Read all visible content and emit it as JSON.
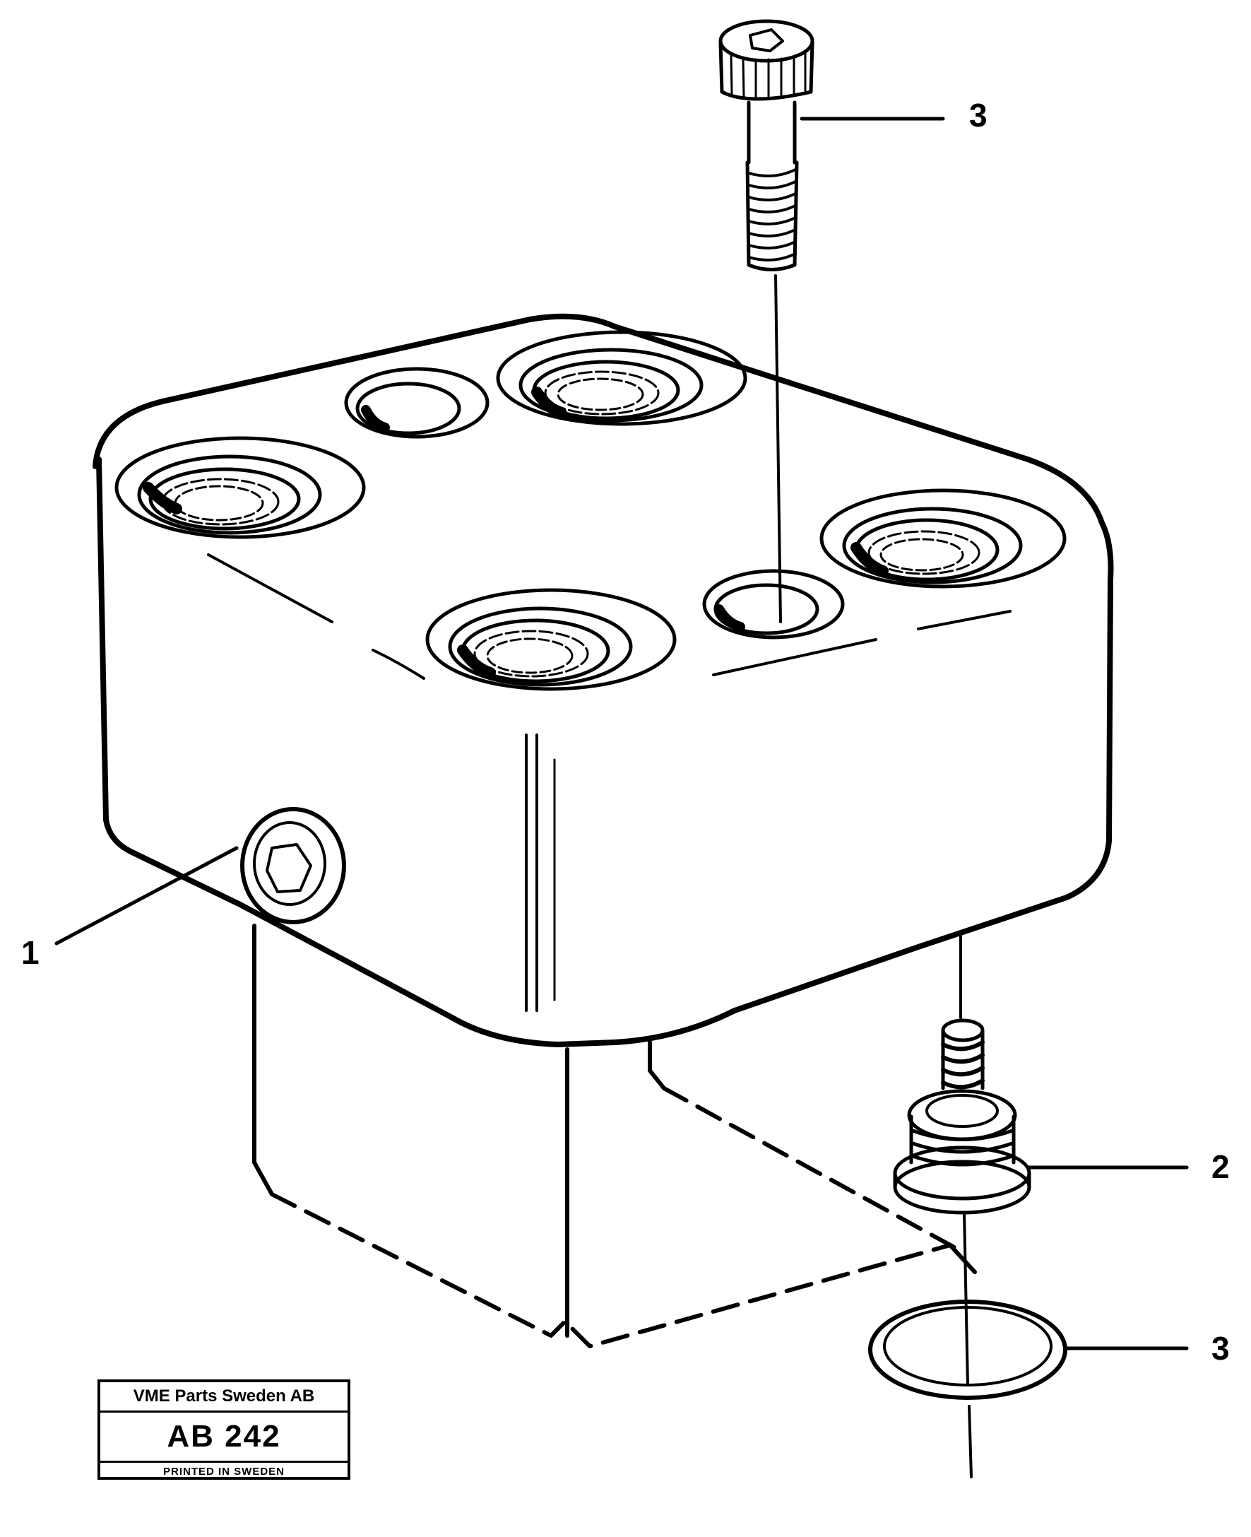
{
  "callouts": {
    "bolt_top": "3",
    "plug_left": "1",
    "valve_right": "2",
    "ring_bottom": "3"
  },
  "stamp": {
    "company": "VME Parts Sweden AB",
    "code": "AB 242",
    "printed": "PRINTED IN SWEDEN"
  },
  "colors": {
    "ink": "#000000",
    "paper": "#ffffff"
  }
}
